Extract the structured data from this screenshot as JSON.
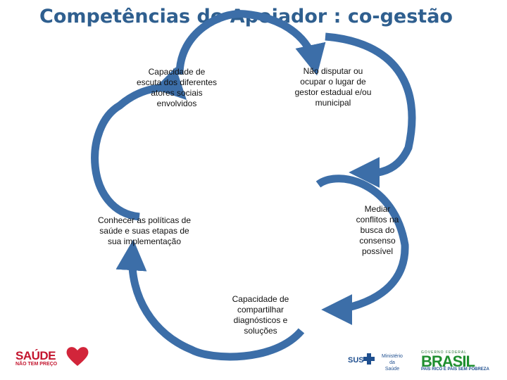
{
  "title": "Competências do Apoiador : co-gestão",
  "diagram": {
    "arrow_color": "#3c6ea8",
    "nodes": [
      {
        "id": "top-left",
        "text": "Capacidade de escuta dos diferentes atores sociais envolvidos"
      },
      {
        "id": "top-right",
        "text": "Não disputar ou ocupar o lugar de gestor estadual e/ou municipal"
      },
      {
        "id": "right",
        "text": "Mediar conflitos na busca do consenso possível"
      },
      {
        "id": "bottom",
        "text": "Capacidade de compartilhar diagnósticos e soluções"
      },
      {
        "id": "left",
        "text": "Conhecer as políticas de saúde e suas etapas de sua implementação"
      }
    ]
  },
  "footer": {
    "saude_logo": "SAÚDE",
    "saude_tagline": "NÃO TEM PREÇO",
    "sus_label": "SUS",
    "ministry_line1": "Ministério da",
    "ministry_line2": "Saúde",
    "gov_label": "GOVERNO FEDERAL",
    "brasil_label": "BRASIL",
    "brasil_tagline": "PAÍS RICO É PAÍS SEM POBREZA"
  }
}
